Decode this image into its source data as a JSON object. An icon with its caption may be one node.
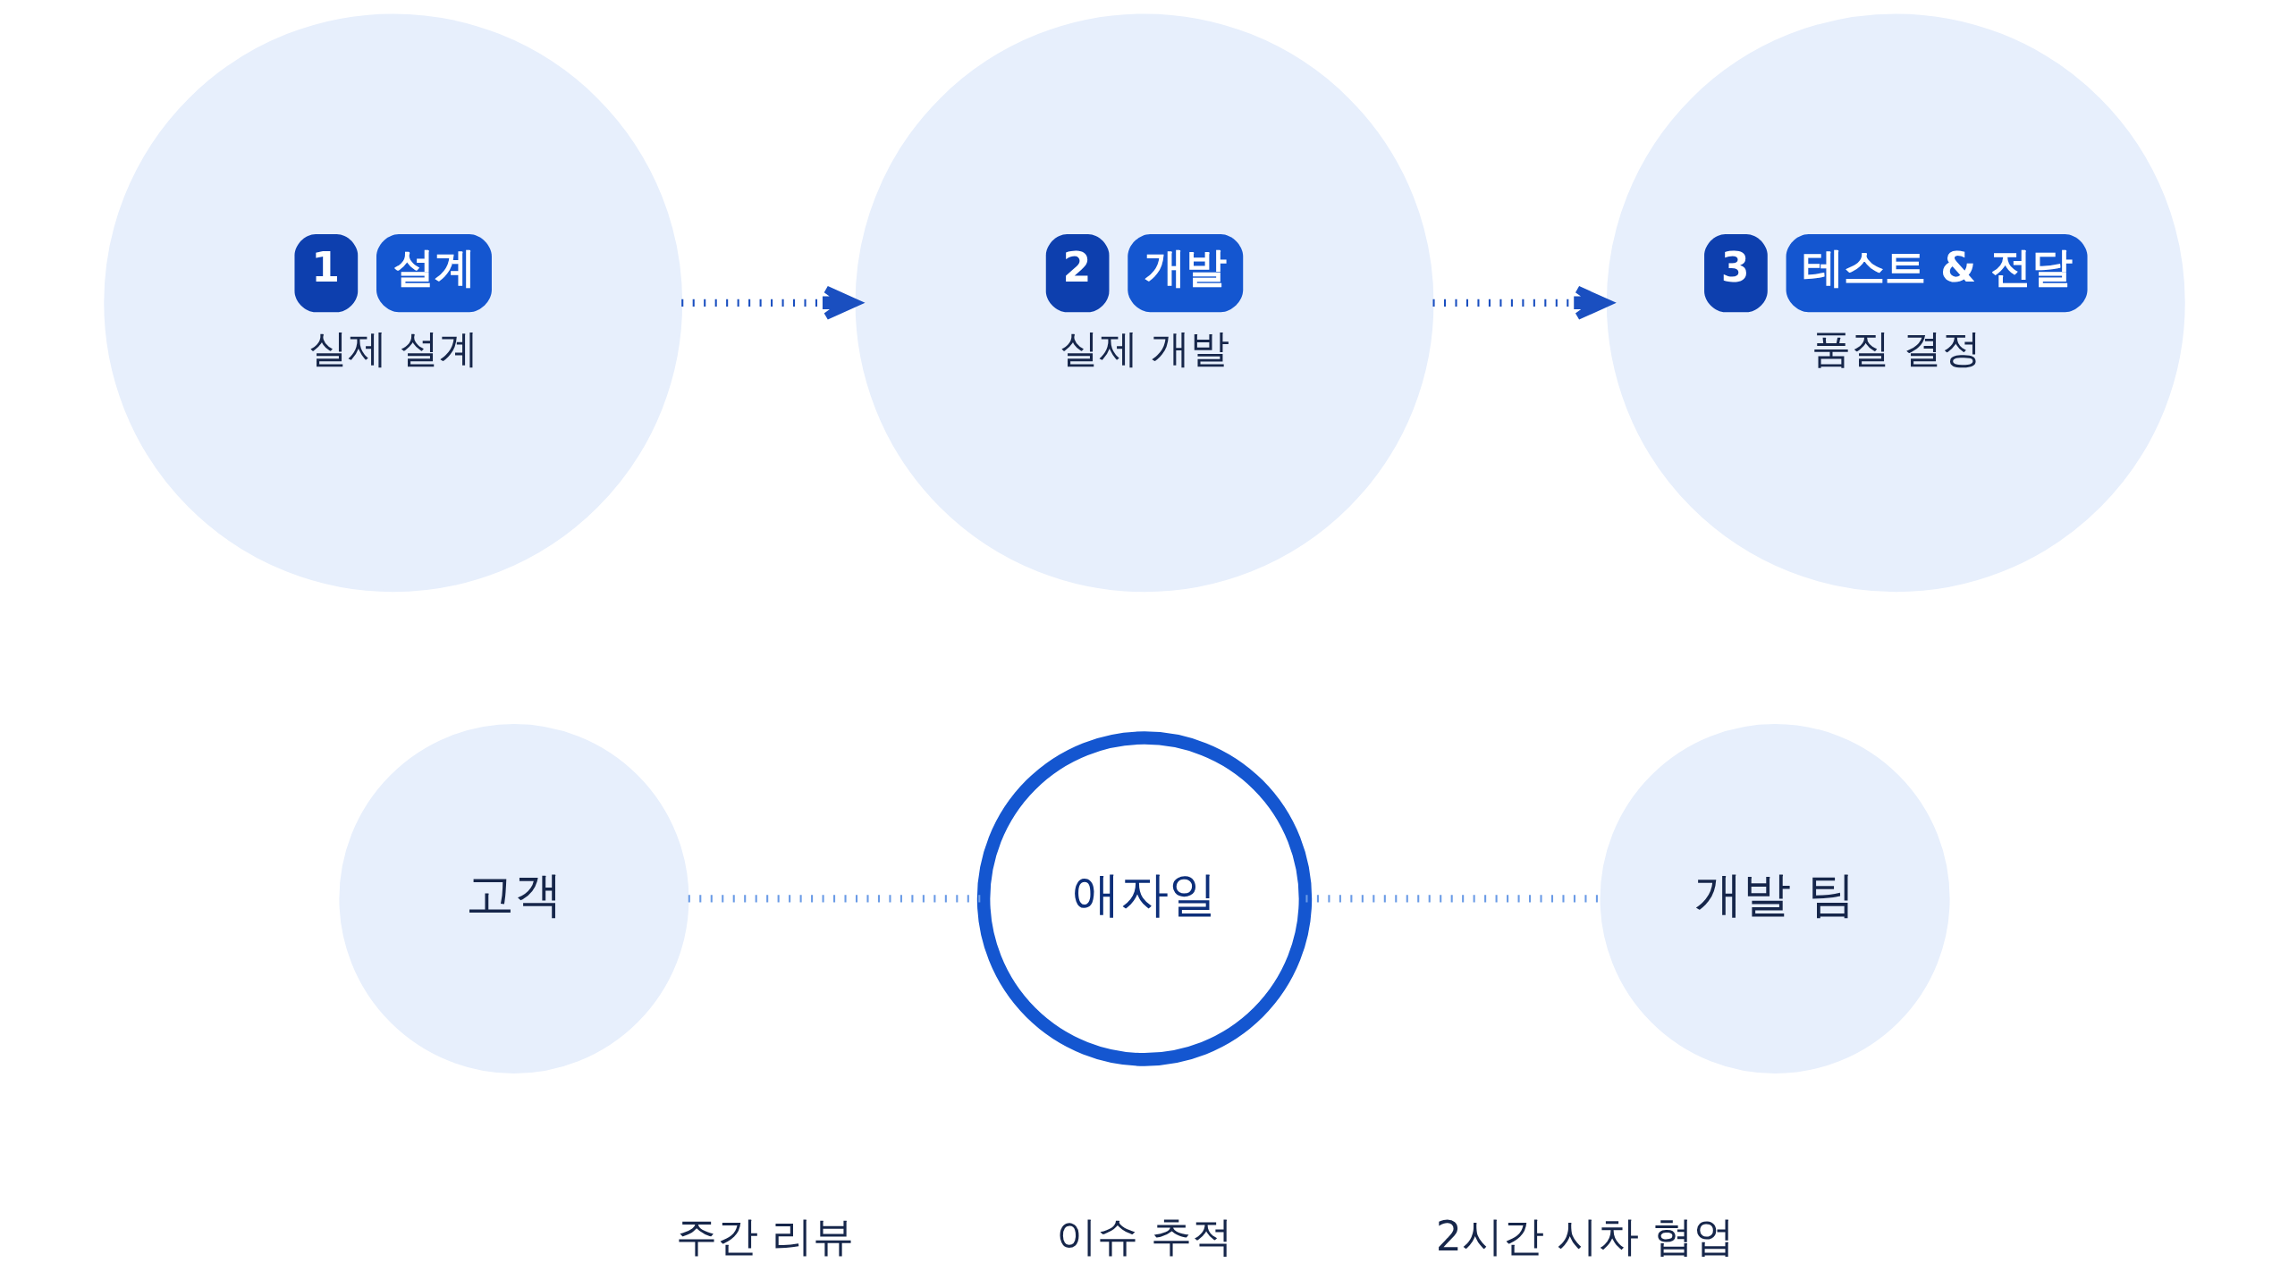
{
  "diagram": {
    "nodes": [
      {
        "text": [
          "1",
          "설계",
          "실제 설계"
        ]
      },
      {
        "text": [
          "2",
          "개발",
          "실제 개발"
        ]
      },
      {
        "text": [
          "3",
          "테스트 & 전달",
          "품질 결정"
        ]
      },
      {
        "text": [
          "고객"
        ]
      },
      {
        "text": [
          "애자일"
        ]
      },
      {
        "text": [
          "개발 팀"
        ]
      }
    ],
    "edges": [
      {
        "from": 0,
        "to": 1,
        "arrow": "to"
      },
      {
        "from": 1,
        "to": 2,
        "arrow": "to"
      },
      {
        "from": 3,
        "to": 4,
        "arrow": "none",
        "color": "#6a9be6"
      },
      {
        "from": 4,
        "to": 5,
        "arrow": "none",
        "color": "#6a9be6"
      }
    ],
    "labels": [
      "주간 리뷰",
      "이슈 추적",
      "2시간 시차 협업"
    ]
  }
}
